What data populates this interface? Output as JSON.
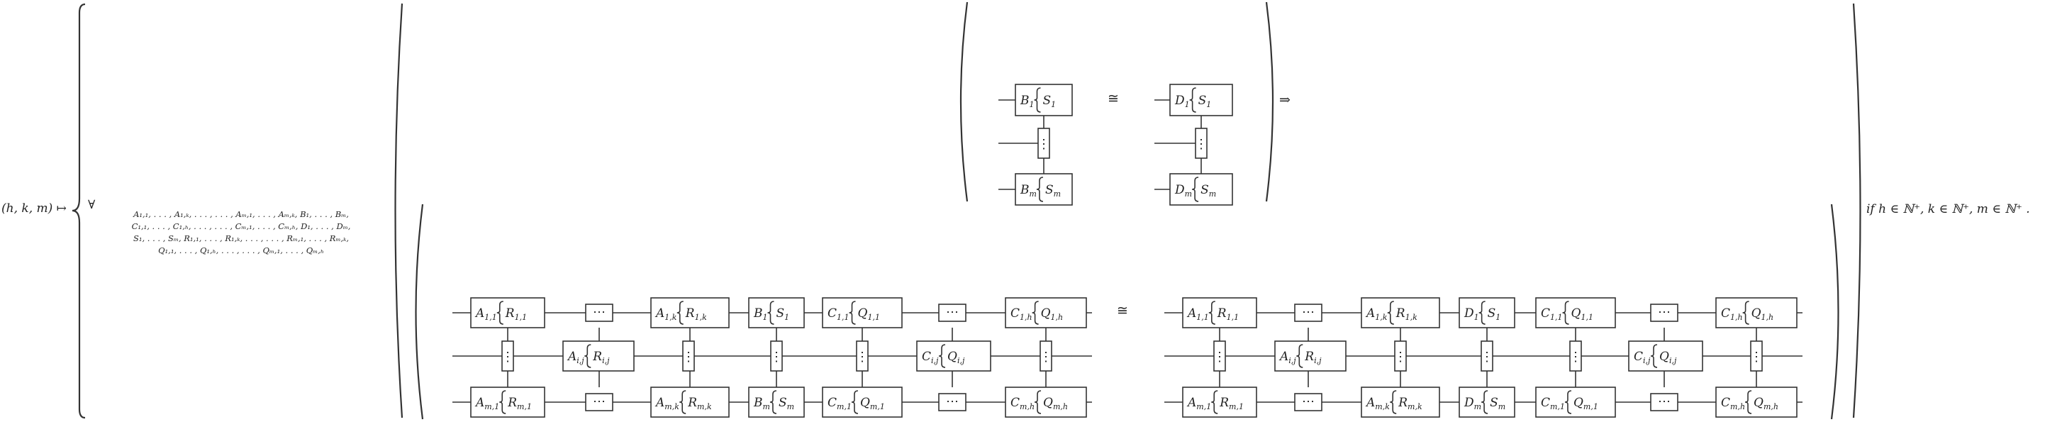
{
  "mapping": {
    "prefix": "(h, k, m) ↦",
    "forall": "∀"
  },
  "quantifier_lines": [
    "A₁,₁, . . . , A₁,ₖ, . . . , . . . , Aₘ,₁, . . . , Aₘ,ₖ, B₁, . . . , Bₘ,",
    "C₁,₁, . . . , C₁,ₕ, . . . , . . . , Cₘ,₁, . . . , Cₘ,ₕ, D₁, . . . , Dₘ,",
    "S₁, . . . , Sₘ, R₁,₁, . . . , R₁,ₖ, . . . , . . . , Rₘ,₁, . . . , Rₘ,ₖ,",
    "Q₁,₁, . . . , Q₁,ₕ, . . . , . . . , Qₘ,₁, . . . , Qₘ,ₕ"
  ],
  "relations": {
    "cong": "≅",
    "implies": "⇒"
  },
  "condition": "if h ∈ ℕ⁺, k ∈ ℕ⁺, m ∈ ℕ⁺ .",
  "top_left": {
    "row1": {
      "main": "B",
      "msub": "1",
      "brace": "S",
      "bsub": "1"
    },
    "row3": {
      "main": "B",
      "msub": "m",
      "brace": "S",
      "bsub": "m"
    },
    "vdots": "⋮"
  },
  "top_right": {
    "row1": {
      "main": "D",
      "msub": "1",
      "brace": "S",
      "bsub": "1"
    },
    "row3": {
      "main": "D",
      "msub": "m",
      "brace": "S",
      "bsub": "m"
    },
    "vdots": "⋮"
  },
  "bottom_left": {
    "row1": [
      {
        "main": "A",
        "msub": "1,1",
        "brace": "R",
        "bsub": "1,1"
      },
      {
        "cdots": "⋯"
      },
      {
        "main": "A",
        "msub": "1,k",
        "brace": "R",
        "bsub": "1,k"
      },
      {
        "main": "B",
        "msub": "1",
        "brace": "S",
        "bsub": "1"
      },
      {
        "main": "C",
        "msub": "1,1",
        "brace": "Q",
        "bsub": "1,1"
      },
      {
        "cdots": "⋯"
      },
      {
        "main": "C",
        "msub": "1,h",
        "brace": "Q",
        "bsub": "1,h"
      }
    ],
    "row2": [
      {
        "vdots": "⋮"
      },
      {
        "main": "A",
        "msub": "i,j",
        "brace": "R",
        "bsub": "i,j"
      },
      {
        "vdots": "⋮"
      },
      {
        "vdots": "⋮"
      },
      {
        "vdots": "⋮"
      },
      {
        "main": "C",
        "msub": "i,j",
        "brace": "Q",
        "bsub": "i,j"
      },
      {
        "vdots": "⋮"
      }
    ],
    "row3": [
      {
        "main": "A",
        "msub": "m,1",
        "brace": "R",
        "bsub": "m,1"
      },
      {
        "cdots": "⋯"
      },
      {
        "main": "A",
        "msub": "m,k",
        "brace": "R",
        "bsub": "m,k"
      },
      {
        "main": "B",
        "msub": "m",
        "brace": "S",
        "bsub": "m"
      },
      {
        "main": "C",
        "msub": "m,1",
        "brace": "Q",
        "bsub": "m,1"
      },
      {
        "cdots": "⋯"
      },
      {
        "main": "C",
        "msub": "m,h",
        "brace": "Q",
        "bsub": "m,h"
      }
    ]
  },
  "bottom_right": {
    "row1": [
      {
        "main": "A",
        "msub": "1,1",
        "brace": "R",
        "bsub": "1,1"
      },
      {
        "cdots": "⋯"
      },
      {
        "main": "A",
        "msub": "1,k",
        "brace": "R",
        "bsub": "1,k"
      },
      {
        "main": "D",
        "msub": "1",
        "brace": "S",
        "bsub": "1"
      },
      {
        "main": "C",
        "msub": "1,1",
        "brace": "Q",
        "bsub": "1,1"
      },
      {
        "cdots": "⋯"
      },
      {
        "main": "C",
        "msub": "1,h",
        "brace": "Q",
        "bsub": "1,h"
      }
    ],
    "row2": [
      {
        "vdots": "⋮"
      },
      {
        "main": "A",
        "msub": "i,j",
        "brace": "R",
        "bsub": "i,j"
      },
      {
        "vdots": "⋮"
      },
      {
        "vdots": "⋮"
      },
      {
        "vdots": "⋮"
      },
      {
        "main": "C",
        "msub": "i,j",
        "brace": "Q",
        "bsub": "i,j"
      },
      {
        "vdots": "⋮"
      }
    ],
    "row3": [
      {
        "main": "A",
        "msub": "m,1",
        "brace": "R",
        "bsub": "m,1"
      },
      {
        "cdots": "⋯"
      },
      {
        "main": "A",
        "msub": "m,k",
        "brace": "R",
        "bsub": "m,k"
      },
      {
        "main": "D",
        "msub": "m",
        "brace": "S",
        "bsub": "m"
      },
      {
        "main": "C",
        "msub": "m,1",
        "brace": "Q",
        "bsub": "m,1"
      },
      {
        "cdots": "⋯"
      },
      {
        "main": "C",
        "msub": "m,h",
        "brace": "Q",
        "bsub": "m,h"
      }
    ]
  }
}
